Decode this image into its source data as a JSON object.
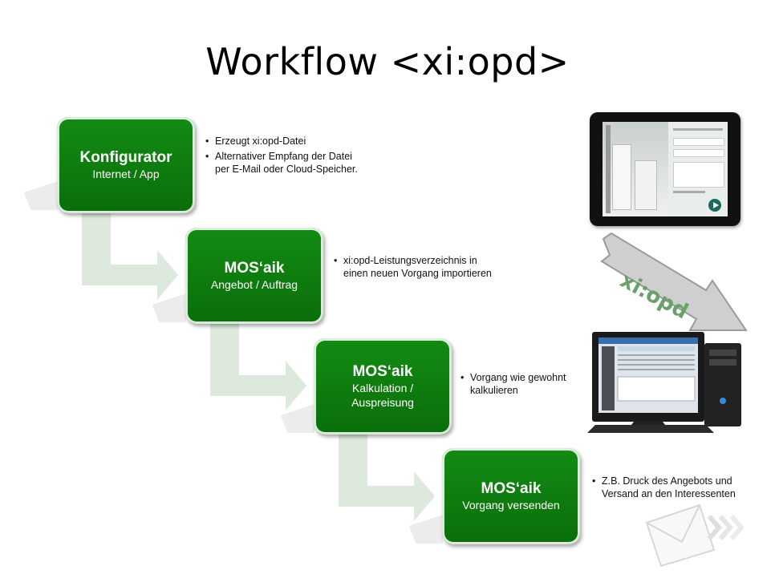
{
  "title": "Workflow <xi:opd>",
  "steps": [
    {
      "heading": "Konfigurator",
      "sub": "Internet / App",
      "bullets": [
        "Erzeugt xi:opd-Datei",
        "Alternativer Empfang der Datei per E-Mail oder Cloud-Speicher."
      ]
    },
    {
      "heading": "MOS‘aik",
      "sub": "Angebot / Auftrag",
      "bullets": [
        "xi:opd-Leistungsverzeichnis in einen neuen Vorgang importieren"
      ]
    },
    {
      "heading": "MOS‘aik",
      "sub": "Kalkulation / Auspreisung",
      "bullets": [
        "Vorgang wie gewohnt kalkulieren"
      ]
    },
    {
      "heading": "MOS‘aik",
      "sub": "Vorgang versenden",
      "bullets": [
        "Z.B. Druck des Angebots und Versand an den Interessenten"
      ]
    }
  ],
  "transfer_label": "xi:opd",
  "colors": {
    "box": "#0f7d0f",
    "arrow": "#dbe9db",
    "shadow": "#e6e6e6"
  }
}
